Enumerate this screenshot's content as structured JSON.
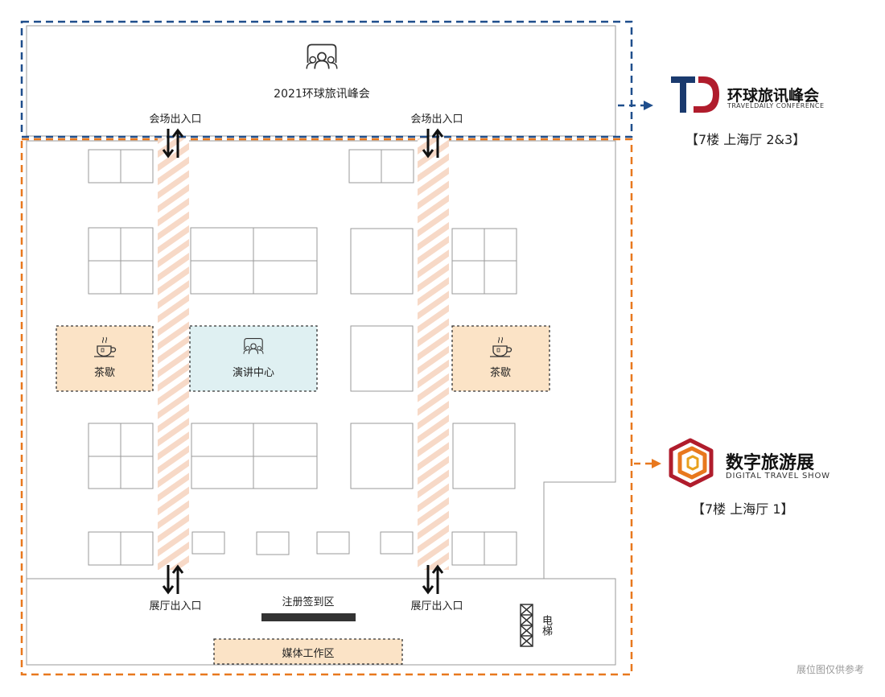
{
  "colors": {
    "summit_border": "#1f4e8c",
    "show_border": "#e8781e",
    "booth_stroke": "#9a9a9a",
    "tea_fill": "#fbe3c6",
    "lecture_fill": "#dff0f2",
    "aisle_stripe": "#f7d9c7",
    "brand_red": "#b01c2c",
    "brand_navy": "#1a3a6e",
    "brand_orange": "#e8781e"
  },
  "summit": {
    "icon": "audience-icon",
    "label": "2021环球旅讯峰会",
    "entrance_left": "会场出入口",
    "entrance_right": "会场出入口"
  },
  "hall": {
    "tea_left": {
      "icon": "coffee-cup-icon",
      "label": "茶歇"
    },
    "tea_right": {
      "icon": "coffee-cup-icon",
      "label": "茶歇"
    },
    "lecture": {
      "icon": "audience-icon",
      "label": "演讲中心"
    },
    "exit_left": "展厅出入口",
    "exit_right": "展厅出入口",
    "registration": "注册签到区",
    "media": "媒体工作区",
    "elevator": "电梯"
  },
  "legend": {
    "summit": {
      "logo_icon": "traveldaily-logo-icon",
      "name_cn": "环球旅讯峰会",
      "name_en": "TRAVELDAILY CONFERENCE",
      "location": "【7楼 上海厅 2&3】"
    },
    "show": {
      "logo_icon": "digital-travel-show-logo-icon",
      "name_cn": "数字旅游展",
      "name_en": "DIGITAL TRAVEL SHOW",
      "location": "【7楼 上海厅 1】"
    }
  },
  "footnote": "展位图仅供参考"
}
